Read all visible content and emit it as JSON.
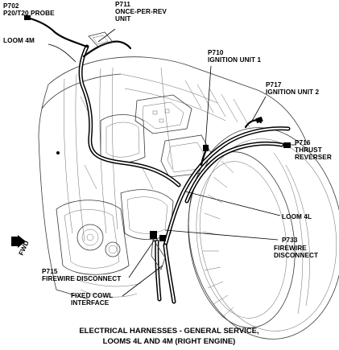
{
  "labels": {
    "p702_code": "P702",
    "p702_name": "P20/T20 PROBE",
    "p711_code": "P711",
    "p711_name_1": "ONCE-PER-REV",
    "p711_name_2": "UNIT",
    "loom_4m": "LOOM 4M",
    "p710_code": "P710",
    "p710_name": "IGNITION UNIT 1",
    "p717_code": "P717",
    "p717_name": "IGNITION UNIT 2",
    "p716_code": "P716",
    "p716_name_1": "THRUST",
    "p716_name_2": "REVERSER",
    "loom_4l": "LOOM 4L",
    "p733_code": "P733",
    "p733_name_1": "FIREWIRE",
    "p733_name_2": "DISCONNECT",
    "p715_code": "P715",
    "p715_name": "FIREWIRE DISCONNECT",
    "fixed_cowl_1": "FIXED COWL",
    "fixed_cowl_2": "INTERFACE",
    "fwd": "FWD"
  },
  "caption": {
    "line1": "ELECTRICAL HARNESSES - GENERAL SERVICE,",
    "line2": "LOOMS 4L AND 4M (RIGHT ENGINE)"
  }
}
